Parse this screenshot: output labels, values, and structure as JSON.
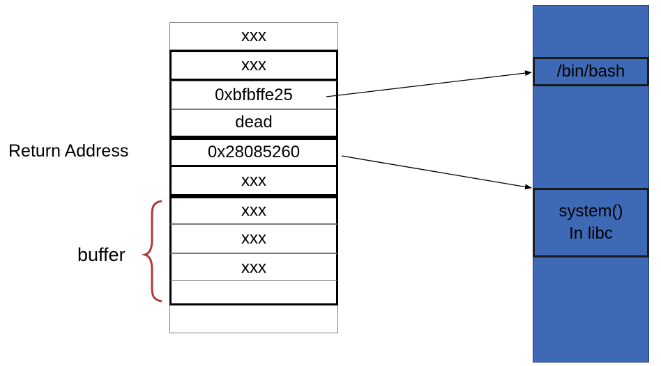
{
  "stack": {
    "cells": [
      "xxx",
      "xxx",
      "0xbfbffe25",
      "dead",
      "0x28085260",
      "xxx",
      "xxx",
      "xxx",
      "xxx",
      "",
      ""
    ]
  },
  "labels": {
    "return_address": "Return Address",
    "buffer": "buffer"
  },
  "memory": {
    "bin_bash": "/bin/bash",
    "system_line1": "system()",
    "system_line2": "In libc"
  },
  "colors": {
    "memory_fill": "#3d69b5",
    "brace": "#b03a3a"
  }
}
